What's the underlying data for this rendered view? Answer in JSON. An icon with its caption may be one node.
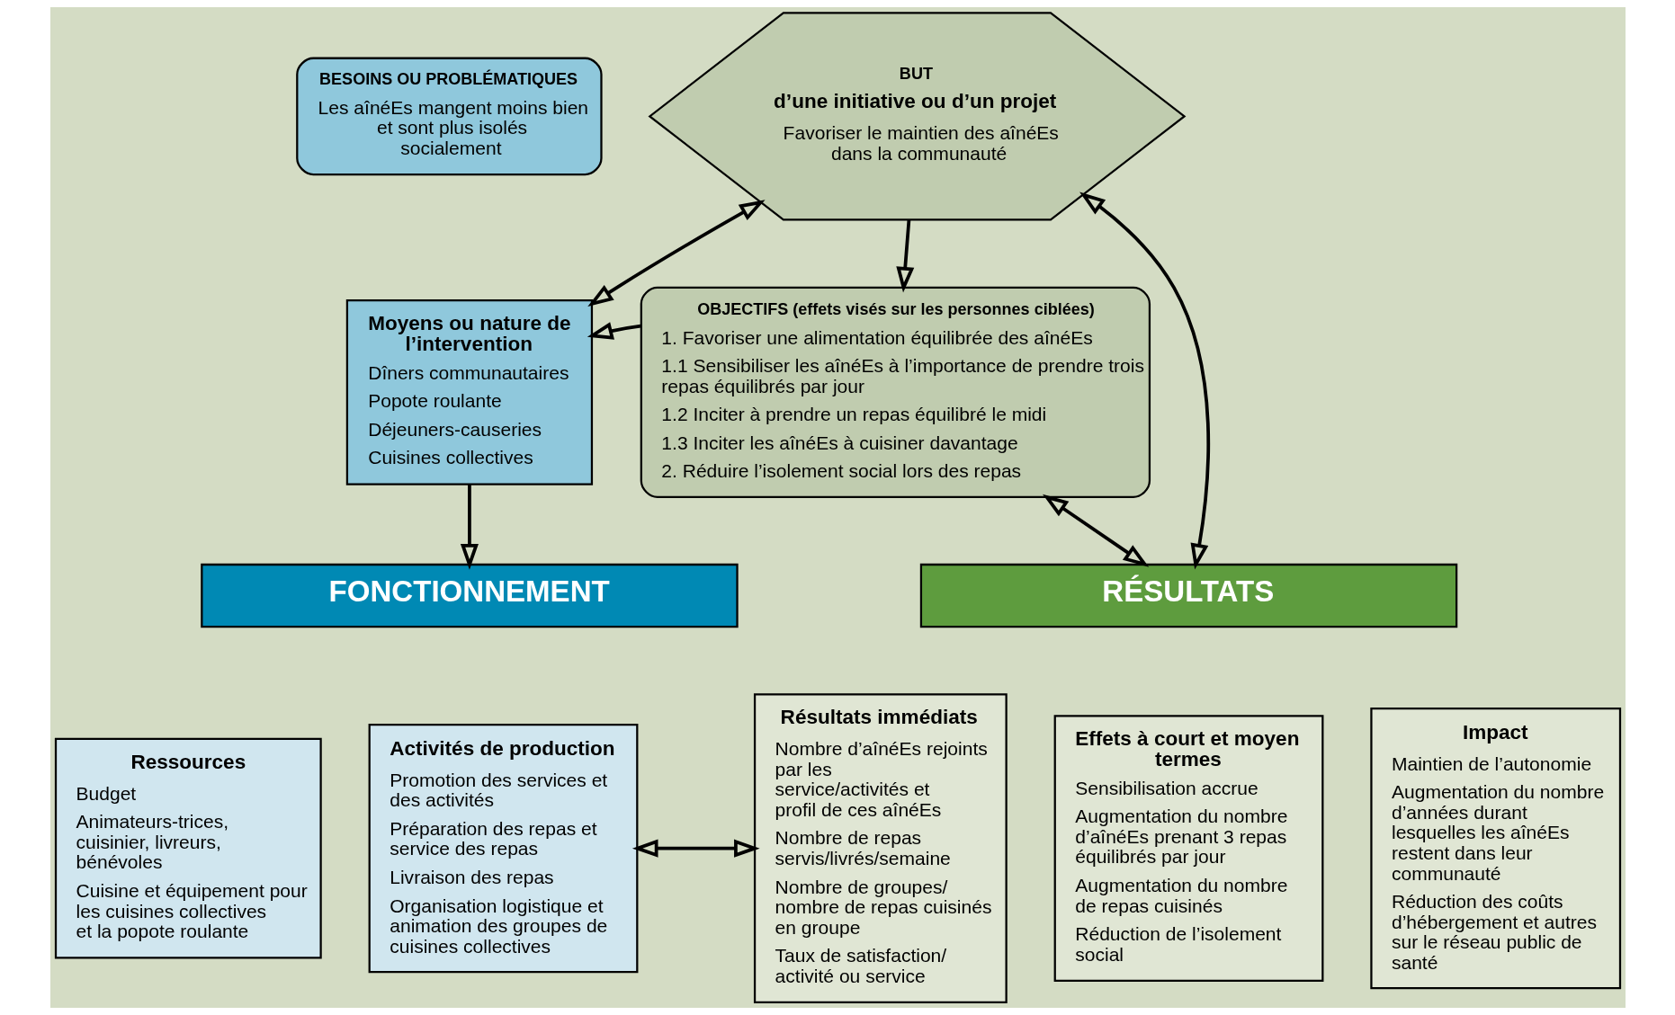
{
  "diagram": {
    "nodes": [
      {
        "text": [
          "BESOINS OU PROBLÉMATIQUES",
          "Les aînéEs mangent moins bien et sont plus isolés socialement"
        ]
      },
      {
        "text": [
          "BUT",
          "d’une initiative ou d’un projet",
          "Favoriser le maintien des aînéEs dans la communauté"
        ]
      },
      {
        "text": [
          "OBJECTIFS (effets visés sur les personnes ciblées)",
          "1. Favoriser une alimentation équilibrée des aînéEs",
          "1.1 Sensibiliser les aînéEs à l’importance de prendre trois repas équilibrés par jour",
          "1.2 Inciter à prendre un repas équilibré le midi",
          "1.3 Inciter les aînéEs à cuisiner davantage",
          "2. Réduire l’isolement social lors des repas"
        ]
      },
      {
        "text": [
          "Moyens ou nature de l’intervention",
          "Dîners communautaires",
          "Popote roulante",
          "Déjeuners-causeries",
          "Cuisines collectives"
        ]
      },
      {
        "text": [
          "FONCTIONNEMENT"
        ]
      },
      {
        "text": [
          "Ressources",
          "Budget",
          "Animateurs-trices, cuisinier, livreurs, bénévoles",
          "Cuisine et équipement pour les cuisines collectives et la popote roulante"
        ]
      },
      {
        "text": [
          "Activités de production",
          "Promotion des services et des activités",
          "Préparation des repas et service des repas",
          "Livraison des repas",
          "Organisation logistique et animation des groupes de cuisines collectives"
        ]
      },
      {
        "text": [
          "RÉSULTATS"
        ]
      },
      {
        "text": [
          "Résultats immédiats",
          "Nombre d’aînéEs rejoints par les service/activités et profil de ces aînéEs",
          "Nombre de repas servis/livrés/semaine",
          "Nombre de groupes/ nombre de repas cuisinés en groupe",
          "Taux de satisfaction/ activité ou service"
        ]
      },
      {
        "text": [
          "Effets à court et moyen termes",
          "Sensibilisation accrue",
          "Augmentation du nombre d’aînéEs prenant 3 repas équilibrés par jour",
          "Augmentation du nombre de repas cuisinés",
          "Réduction de l’isolement social"
        ]
      },
      {
        "text": [
          "Impact",
          "Maintien de l’autonomie",
          "Augmentation du nombre d’années durant lesquelles les aînéEs restent dans leur communauté",
          "Réduction des coûts d’hébergement et autres sur le réseau public de santé"
        ]
      }
    ],
    "edges": [
      {
        "from": 3,
        "to": 1,
        "arrow": "both"
      },
      {
        "from": 1,
        "to": 2,
        "arrow": "to"
      },
      {
        "from": 2,
        "to": 3,
        "arrow": "to"
      },
      {
        "from": 3,
        "to": 4,
        "arrow": "to"
      },
      {
        "from": 2,
        "to": 7,
        "arrow": "both"
      },
      {
        "from": 1,
        "to": 7,
        "arrow": "both"
      },
      {
        "from": 6,
        "to": 8,
        "arrow": "both"
      }
    ]
  }
}
